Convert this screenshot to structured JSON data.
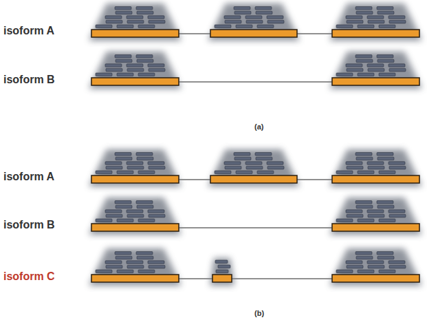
{
  "diagram": {
    "labels": [
      "isoform A",
      "isoform B",
      "(a)",
      "isoform A",
      "isoform B",
      "isoform C",
      "(b)"
    ]
  }
}
